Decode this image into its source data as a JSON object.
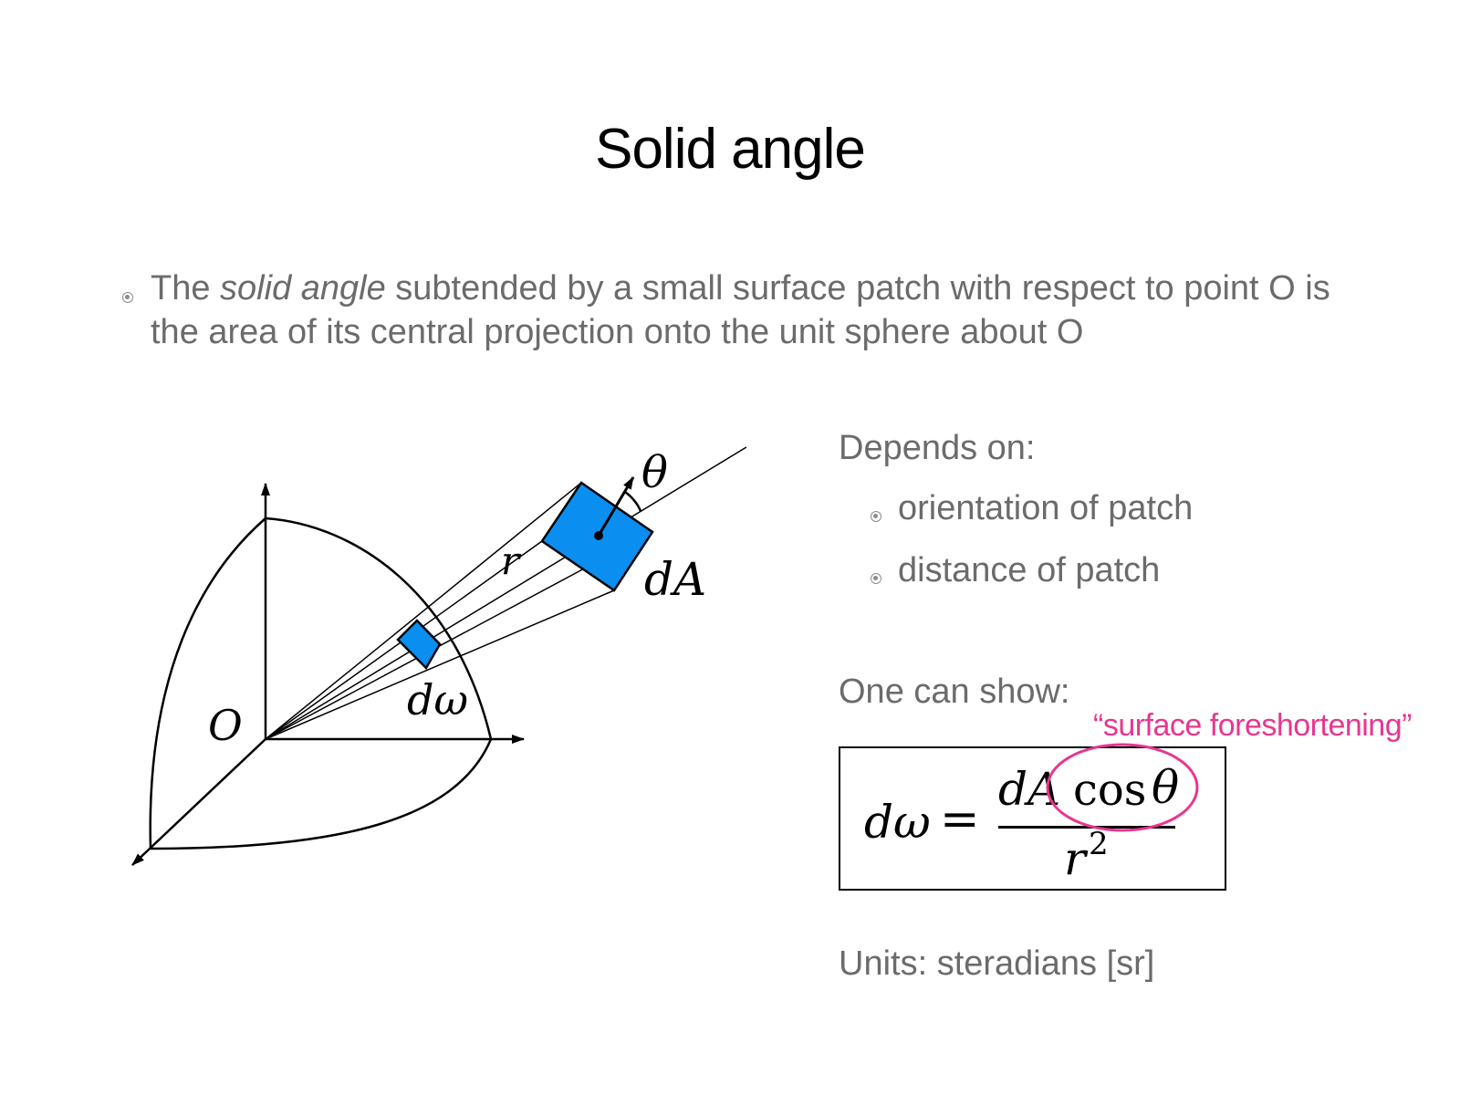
{
  "slide": {
    "title": "Solid angle",
    "bullet": {
      "prefix": "The ",
      "emphasis": "solid angle",
      "suffix": " subtended by a small surface patch with respect to point O is the area of its central projection onto the unit sphere about O"
    },
    "depends_heading": "Depends on:",
    "depends_items": [
      "orientation of patch",
      "distance of patch"
    ],
    "show_heading": "One can show:",
    "annotation": "“surface foreshortening”",
    "units": "Units: steradians [sr]"
  },
  "diagram": {
    "labels": {
      "origin": "O",
      "theta": "θ",
      "r": "r",
      "dA": "dA",
      "domega": "dω"
    }
  },
  "formula": {
    "lhs": "dω",
    "equals": "=",
    "num_dA": "dA",
    "num_cos": "cos",
    "num_theta": "θ",
    "den_r": "r",
    "den_exp": "2"
  },
  "colors": {
    "patch_fill": "#0a8ff0",
    "annotation": "#e8368f",
    "text_gray": "#6b6b6b"
  }
}
